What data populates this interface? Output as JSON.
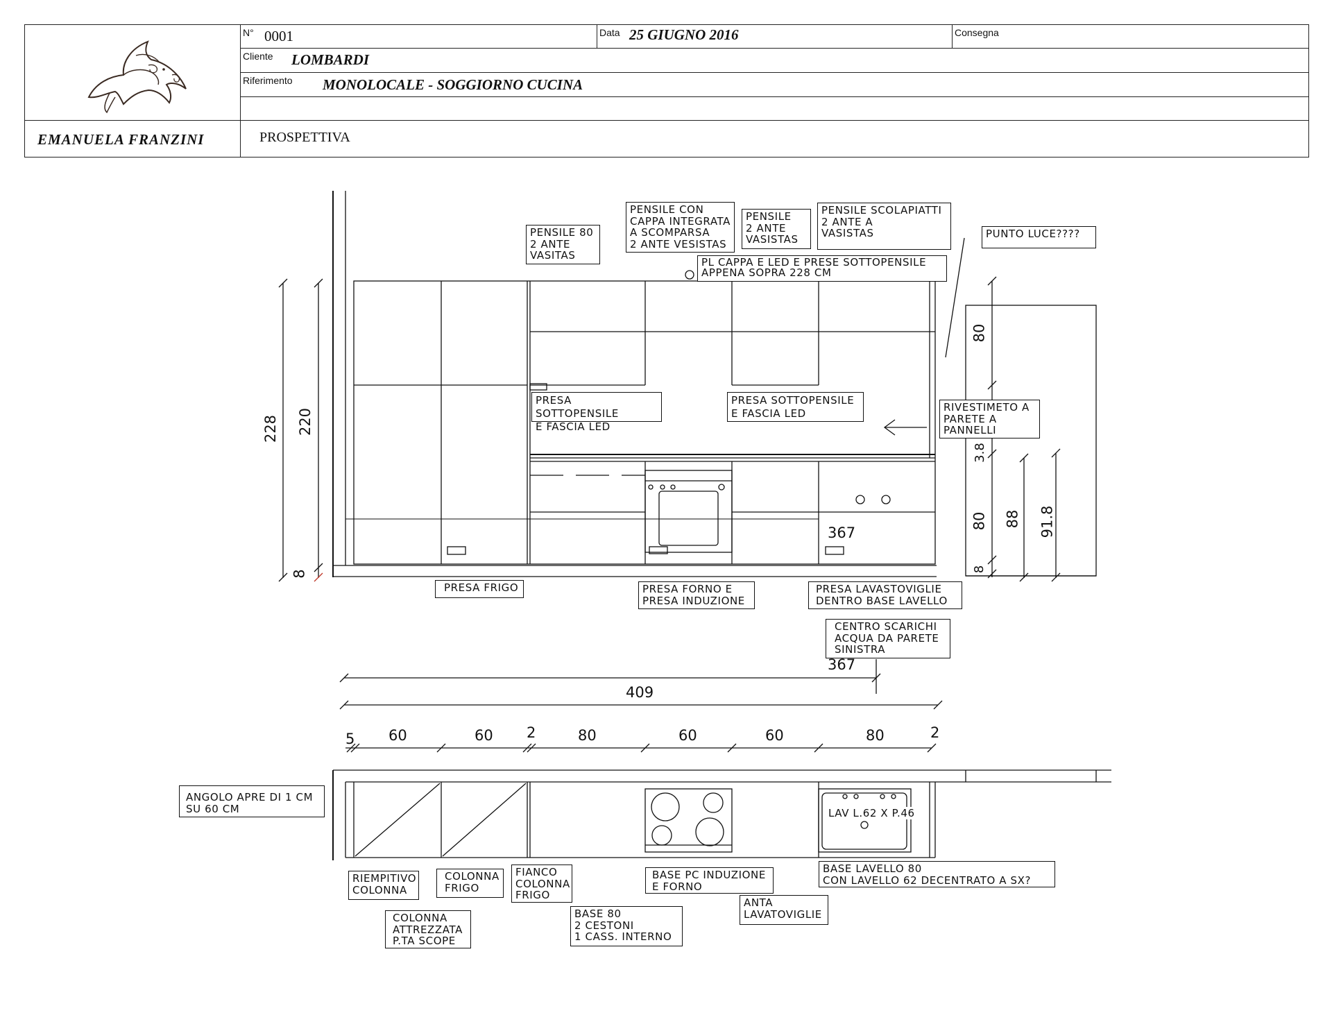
{
  "title_block": {
    "number_label": "N°",
    "number_value": "0001",
    "date_label": "Data",
    "date_value": "25 GIUGNO 2016",
    "delivery_label": "Consegna",
    "delivery_value": "",
    "client_label": "Cliente",
    "client_value": "LOMBARDI",
    "reference_label": "Riferimento",
    "reference_value": "MONOLOCALE - SOGGIORNO CUCINA",
    "designer": "EMANUELA   FRANZINI",
    "view": "PROSPETTIVA",
    "logo_icon": "dolphin-logo-icon"
  },
  "elevation_notes": {
    "pensile_80": "PENSILE  80\n2  ANTE\nVASITAS",
    "pensile_cappa": "PENSILE  CON\nCAPPA  INTEGRATA\nA  SCOMPARSA\n2  ANTE  VESISTAS",
    "pensile_2ante": "PENSILE\n2  ANTE\nVASISTAS",
    "pensile_scolapiatti": "PENSILE  SCOLAPIATTI\n2  ANTE    A\nVASISTAS",
    "punto_luce": "PUNTO  LUCE????",
    "pl_cappa": "PL  CAPPA  E  LED  E  PRESE  SOTTOPENSILE\nAPPENA  SOPRA  228  CM",
    "presa_sottopensile_1": "PRESA  SOTTOPENSILE\nE  FASCIA  LED",
    "presa_sottopensile_2": "PRESA  SOTTOPENSILE\nE  FASCIA  LED",
    "rivestimento": "RIVESTIMETO  A\nPARETE  A\nPANNELLI",
    "presa_frigo": "PRESA  FRIGO",
    "presa_forno": "PRESA  FORNO  E\nPRESA  INDUZIONE",
    "presa_lavastoviglie": "PRESA  LAVASTOVIGLIE\nDENTRO  BASE  LAVELLO",
    "centro_scarichi": "CENTRO  SCARICHI\nACQUA  DA  PARETE\nSINISTRA"
  },
  "elevation_dims": {
    "h_228": "228",
    "h_220": "220",
    "h_8_left": "8",
    "d_367_inner": "367",
    "h_80_top": "80",
    "h_3_8": "3.8",
    "h_80_base": "80",
    "h_88": "88",
    "h_91_8": "91.8",
    "h_8_right": "8",
    "d_367": "367",
    "d_409": "409"
  },
  "module_widths": [
    "5",
    "60",
    "60",
    "2",
    "80",
    "60",
    "60",
    "80",
    "2"
  ],
  "plan_notes": {
    "angolo": "ANGOLO  APRE  DI  1  CM\nSU  60  CM",
    "riempitivo": "RIEMPITIVO\nCOLONNA",
    "colonna_frigo": "COLONNA\nFRIGO",
    "fianco": "FIANCO\nCOLONNA\nFRIGO",
    "colonna_attrezzata": "COLONNA\nATTREZZATA\nP.TA  SCOPE",
    "base_80": "BASE  80\n2  CESTONI\n1  CASS.  INTERNO",
    "base_pc": "BASE  PC  INDUZIONE\nE  FORNO",
    "lavastoviglie": "ANTA\nLAVATOVIGLIE",
    "base_lavello": "BASE  LAVELLO  80\nCON  LAVELLO  62  DECENTRATO  A  SX?",
    "sink_label": "LAV  L.62  X  P.46"
  }
}
